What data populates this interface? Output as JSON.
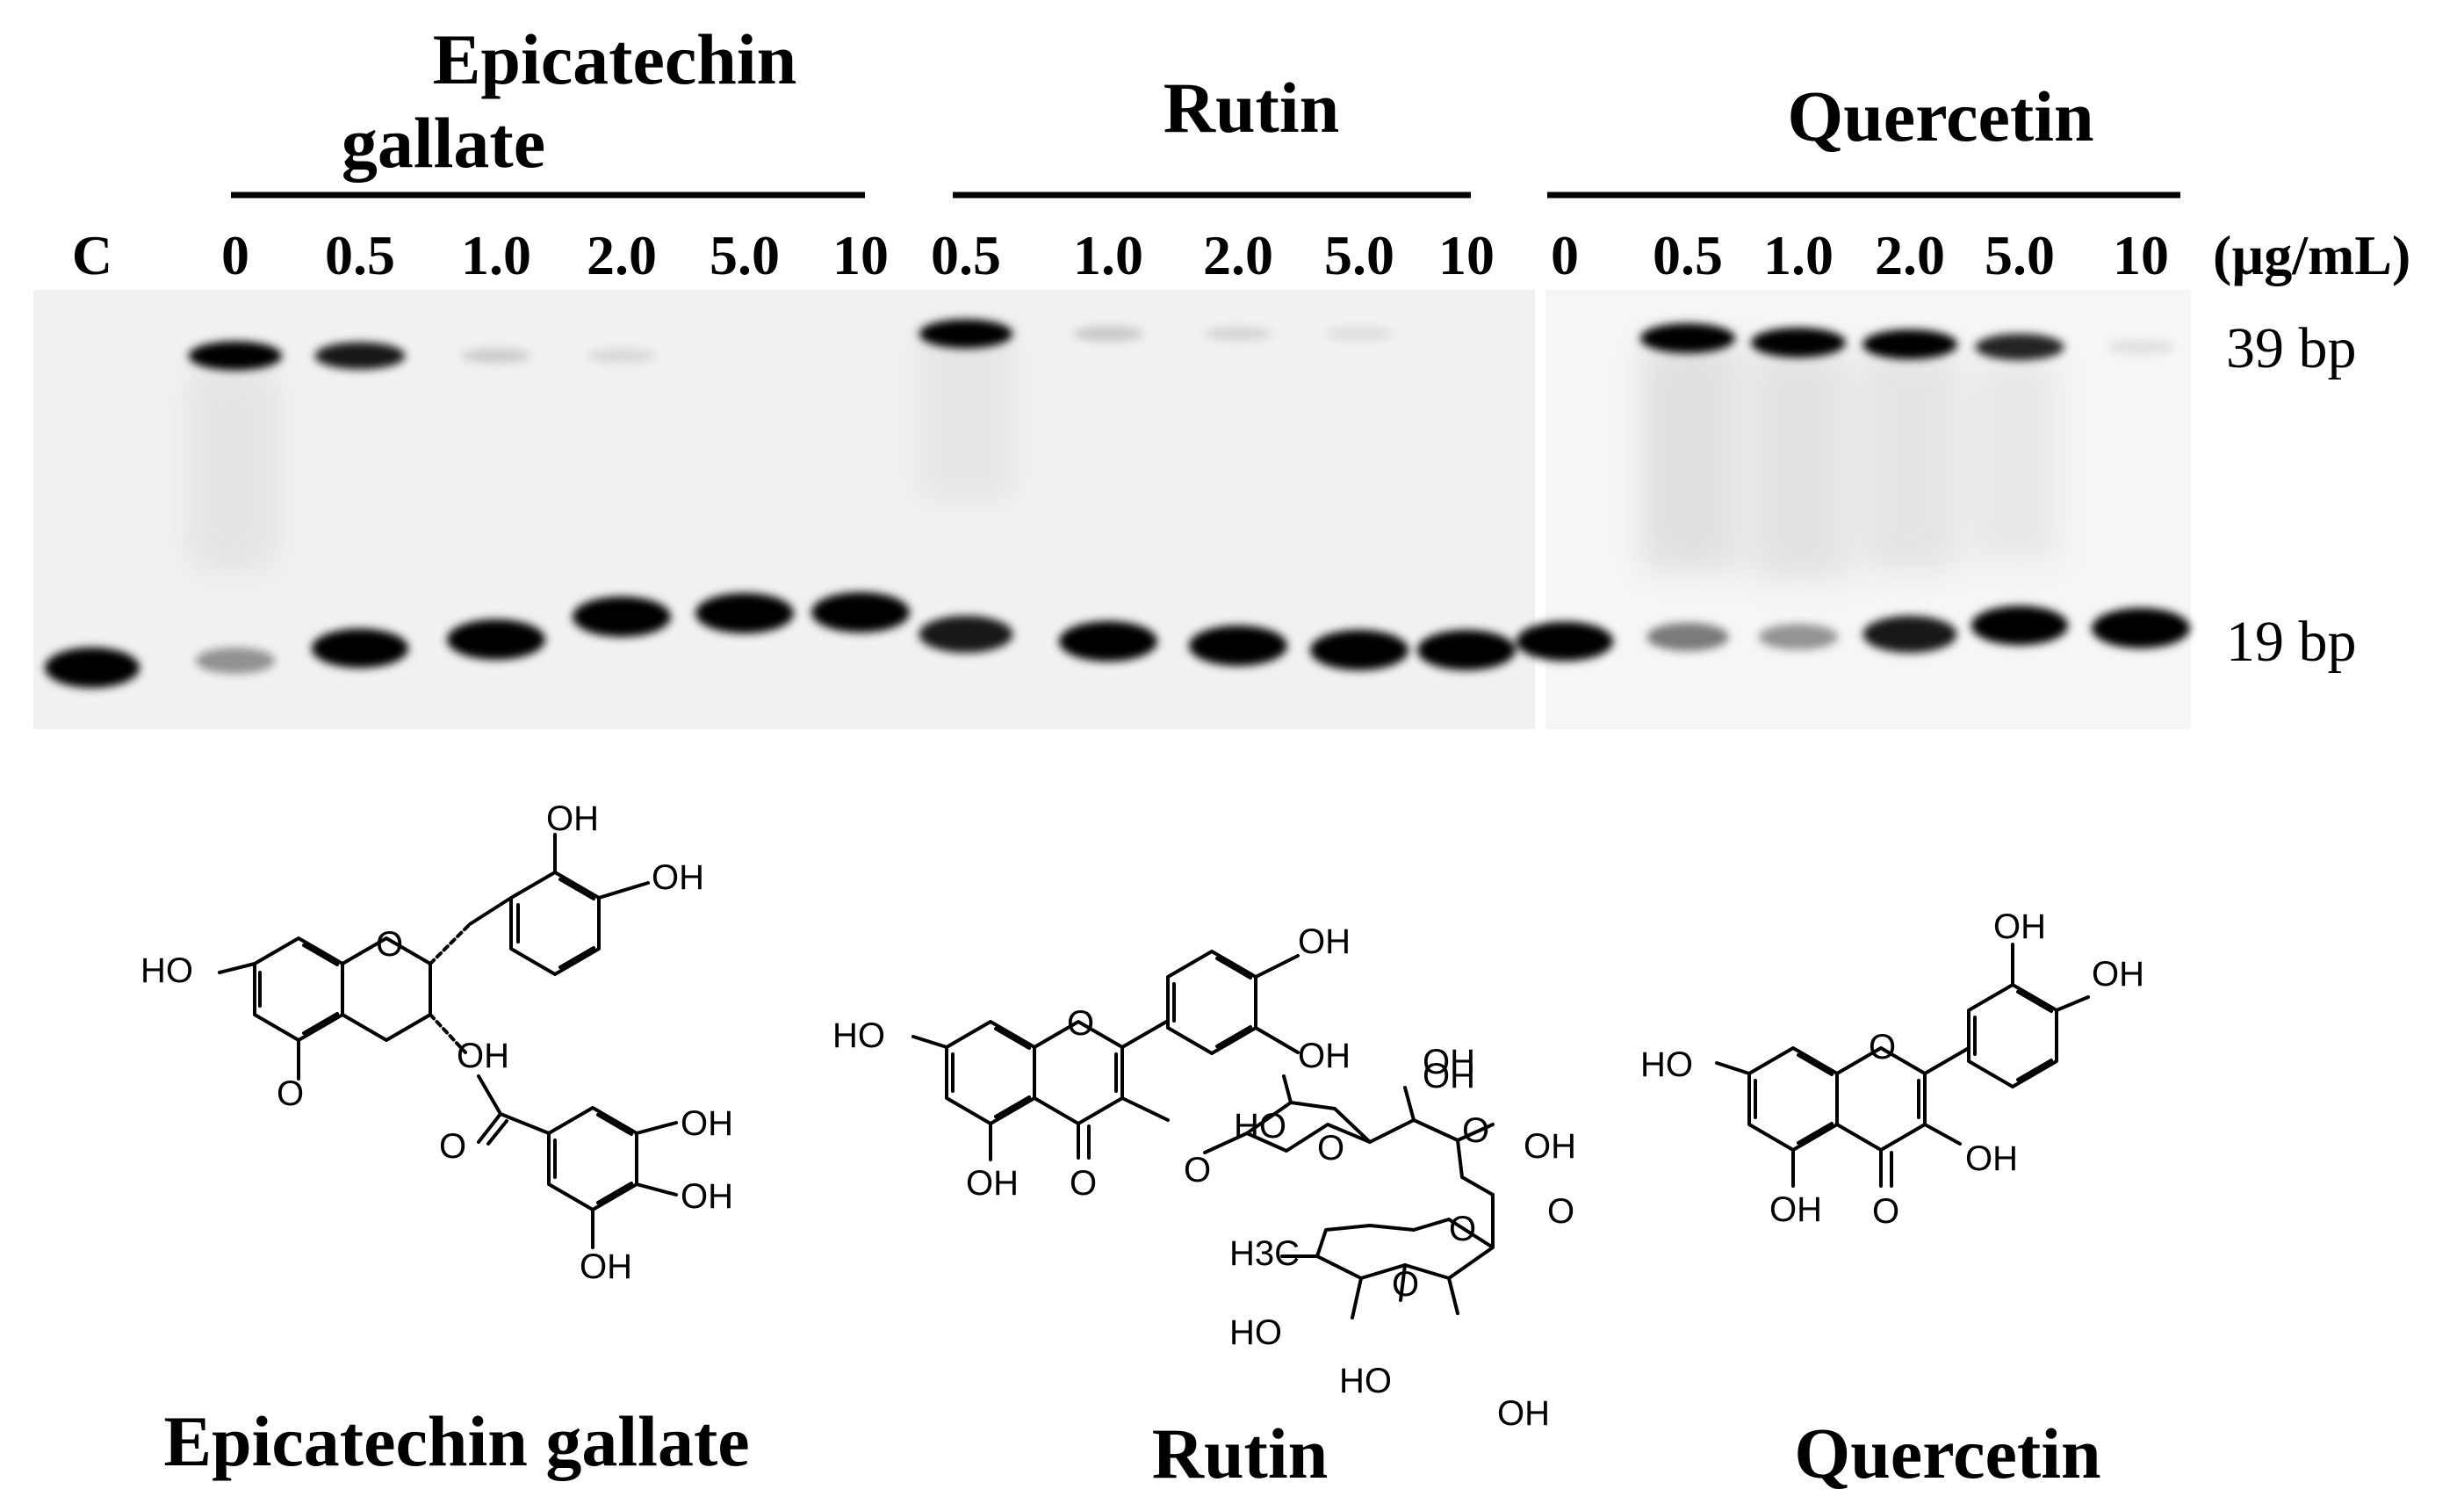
{
  "header": {
    "group1_line1": "Epicatechin",
    "group1_line2": "gallate",
    "group2": "Rutin",
    "group3": "Quercetin"
  },
  "lanes": {
    "control": "C",
    "group1": [
      "0",
      "0.5",
      "1.0",
      "2.0",
      "5.0",
      "10"
    ],
    "group2": [
      "0.5",
      "1.0",
      "2.0",
      "5.0",
      "10"
    ],
    "group3": [
      "0",
      "0.5",
      "1.0",
      "2.0",
      "5.0",
      "10"
    ],
    "unit": "(µg/mL)"
  },
  "markers": {
    "upper": "39 bp",
    "lower": "19 bp"
  },
  "gel_band_intensity": {
    "upper_39bp": {
      "control": 0,
      "group1": [
        0.95,
        0.85,
        0.1,
        0.05,
        0,
        0
      ],
      "group2": [
        0.95,
        0.12,
        0.06,
        0.03,
        0
      ],
      "group3": [
        0,
        1,
        1,
        1,
        0.8,
        0.04
      ]
    },
    "lower_19bp": {
      "control": 1,
      "group1": [
        0.35,
        0.95,
        1,
        1,
        1,
        1
      ],
      "group2": [
        0.85,
        1,
        1,
        1,
        1
      ],
      "group3": [
        0.95,
        0.45,
        0.35,
        0.85,
        0.95,
        1
      ]
    }
  },
  "structures": {
    "epicatechin_gallate": {
      "caption": "Epicatechin gallate",
      "labels": [
        "OH",
        "OH",
        "HO",
        "O",
        "O",
        "OH",
        "O",
        "OH",
        "OH",
        "OH"
      ]
    },
    "rutin": {
      "caption": "Rutin",
      "labels": [
        "OH",
        "OH",
        "HO",
        "O",
        "OH",
        "HO",
        "OH",
        "O",
        "O",
        "OH",
        "O",
        "O",
        "OH",
        "O",
        "O",
        "H3C",
        "O",
        "HO",
        "HO",
        "OH"
      ]
    },
    "quercetin": {
      "caption": "Quercetin",
      "labels": [
        "OH",
        "OH",
        "HO",
        "O",
        "OH",
        "OH",
        "O"
      ]
    }
  }
}
